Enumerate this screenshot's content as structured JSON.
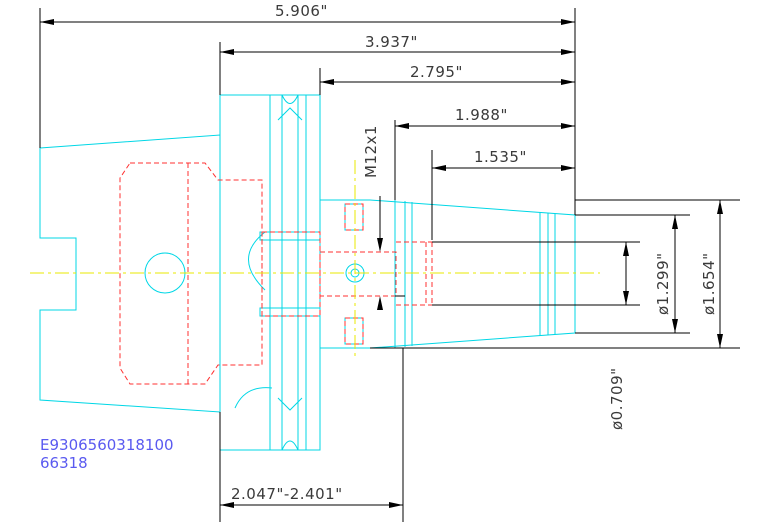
{
  "dimensions": {
    "overall_length": "5.906\"",
    "length_to_flange": "3.937\"",
    "gauge_length": "2.795\"",
    "nose_length": "1.988\"",
    "bore_depth": "1.535\"",
    "thread": "M12x1",
    "range": "2.047\"-2.401\"",
    "bore_diameter": "ø0.709\"",
    "inner_diameter": "ø1.299\"",
    "outer_diameter": "ø1.654\""
  },
  "part_number": {
    "line1": "E9306560318100",
    "line2": "66318"
  },
  "colors": {
    "body": "#00d7e6",
    "hidden": "#ff3030",
    "centerline": "#e8e800",
    "dimension": "#000000",
    "part_number": "#5a5af0"
  }
}
